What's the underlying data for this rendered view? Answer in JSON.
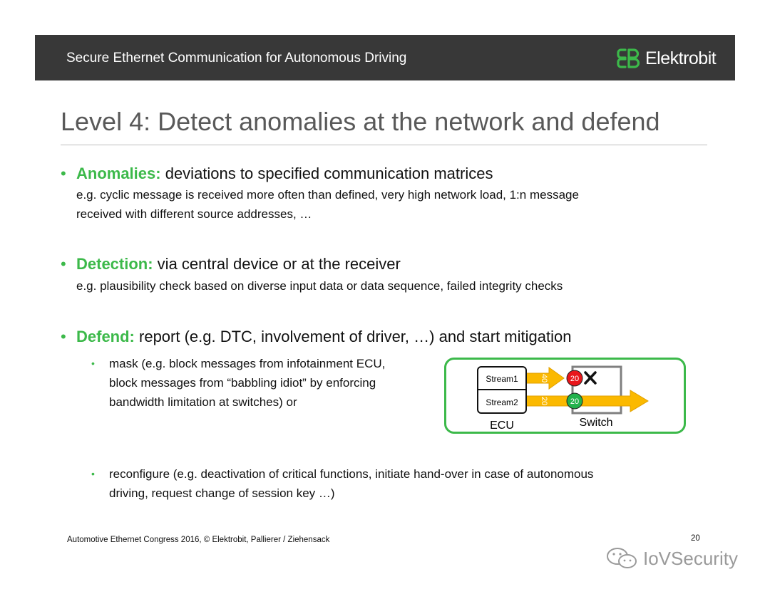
{
  "header": {
    "title": "Secure Ethernet Communication for Autonomous Driving",
    "logo_text": "Elektrobit",
    "logo_icon": "elektrobit-eb-logo-icon",
    "accent_color": "#3cb94a"
  },
  "slide": {
    "title": "Level 4: Detect anomalies at the network and defend"
  },
  "bullets": {
    "anomalies": {
      "label": "Anomalies:",
      "text": " deviations to specified communication matrices",
      "detail_line1": "e.g. cyclic message is received more often than defined, very high network load, 1:n message",
      "detail_line2": "received with different source addresses, …"
    },
    "detection": {
      "label": "Detection:",
      "text": " via central device or at the receiver",
      "detail_line1": "e.g. plausibility check based on diverse input data or data sequence, failed integrity checks"
    },
    "defend": {
      "label": "Defend:",
      "text": " report (e.g. DTC, involvement of driver, …) and start mitigation",
      "mask_line1": "mask (e.g. block messages from infotainment ECU,",
      "mask_line2": "block messages from “babbling idiot” by enforcing",
      "mask_line3": "bandwidth limitation at switches) or",
      "reconf_line1": "reconfigure (e.g. deactivation of critical functions, initiate hand-over in case of autonomous",
      "reconf_line2": "driving, request change of session key …)"
    }
  },
  "diagram": {
    "stream1_label": "Stream1",
    "stream2_label": "Stream2",
    "stream1_rate": "40",
    "stream2_rate": "20",
    "limit_blocked": "20",
    "limit_passed": "20",
    "ecu_label": "ECU",
    "switch_label": "Switch",
    "blocked_icon": "x-mark-icon",
    "colors": {
      "blocked": "#e8161b",
      "passed": "#22b24c",
      "arrow": "#fbb900"
    }
  },
  "footer": {
    "text": "Automotive Ethernet Congress 2016, © Elektrobit, Pallierer / Ziehensack",
    "page_number": "20"
  },
  "watermark": {
    "text": "IoVSecurity",
    "icon": "wechat-icon"
  }
}
